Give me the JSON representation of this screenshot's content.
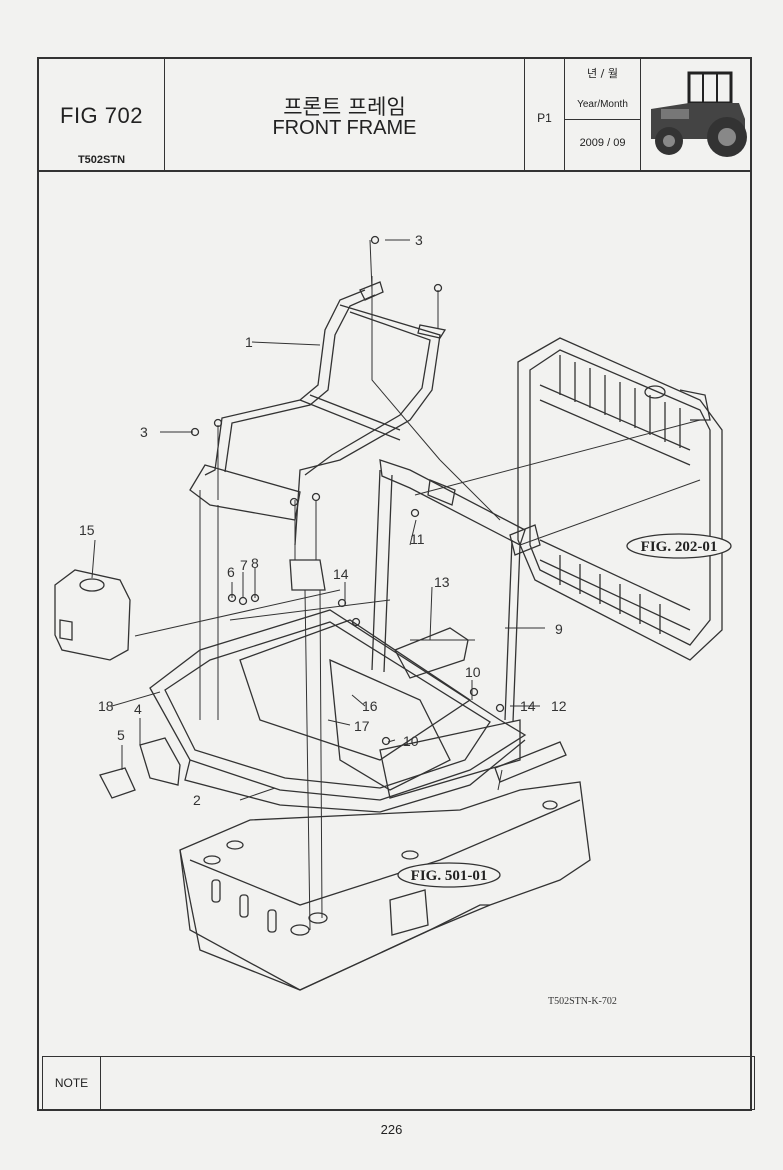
{
  "header": {
    "fig_number": "FIG 702",
    "model": "T502STN",
    "title_ko": "프론트 프레임",
    "title_en": "FRONT FRAME",
    "page_id": "P1",
    "date_label_ko": "년 / 월",
    "date_label_en": "Year/Month",
    "date_value": "2009 / 09",
    "thumbnail_icon": "tractor-icon"
  },
  "drawing": {
    "callouts": [
      "1",
      "2",
      "3",
      "3",
      "4",
      "5",
      "6",
      "7",
      "8",
      "9",
      "10",
      "10",
      "11",
      "12",
      "13",
      "14",
      "14",
      "15",
      "16",
      "17",
      "18"
    ],
    "figure_refs": [
      "FIG. 202-01",
      "FIG. 501-01"
    ],
    "drawing_number": "T502STN-K-702"
  },
  "note": {
    "label": "NOTE",
    "text": ""
  },
  "footer": {
    "page_number": "226"
  }
}
